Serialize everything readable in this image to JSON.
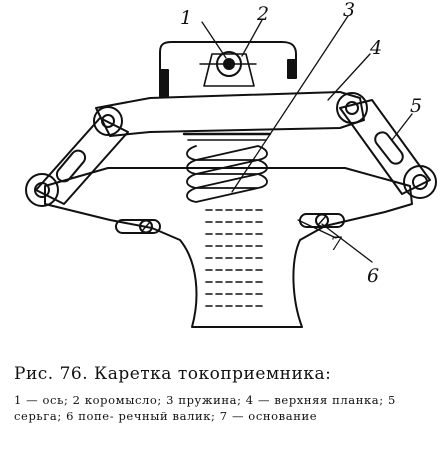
{
  "figure": {
    "callouts": [
      "1",
      "2",
      "3",
      "4",
      "5",
      "6",
      "7"
    ],
    "caption_title": "Рис. 76. Каретка токоприемника:",
    "caption_legend": "1 — ось; 2 коромысло; 3 пружина; 4 — верхняя планка; 5 серьга; 6 попе- речный валик; 7 — основание"
  },
  "colors": {
    "ink": "#111111",
    "paper": "#ffffff"
  }
}
